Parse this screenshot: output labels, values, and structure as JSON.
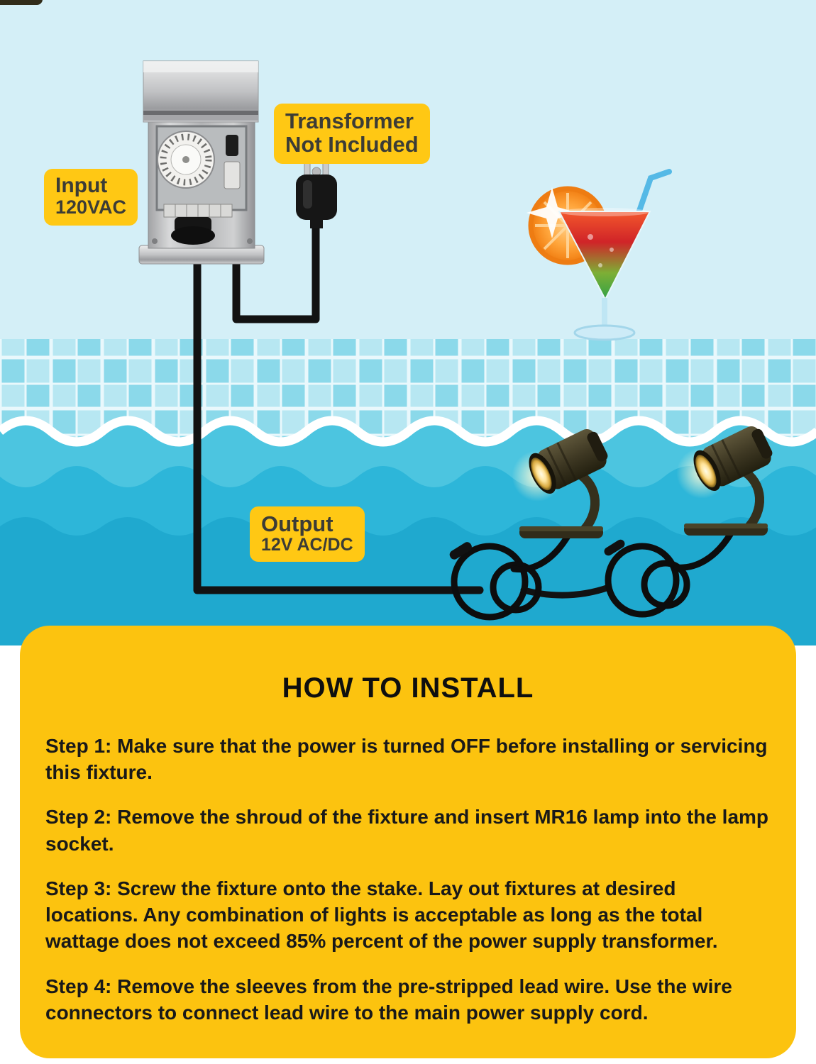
{
  "diagram": {
    "labels": {
      "input": {
        "line1": "Input",
        "line2": "120VAC"
      },
      "transformer": {
        "line1": "Transformer",
        "line2": "Not Included"
      },
      "output": {
        "line1": "Output",
        "line2": "12V AC/DC"
      }
    },
    "illustrations": {
      "transformer": "timer-transformer-box",
      "plug": "three-prong-power-plug",
      "cocktail": "cocktail-glass-with-orange-slice",
      "lights": "two-underwater-spotlights-with-cables"
    },
    "colors": {
      "badge_yellow": "#ffc814",
      "panel_yellow": "#fcc30f",
      "sky_blue": "#d4eff7",
      "water_light": "#4cc5e0",
      "water_mid": "#2db6d9",
      "water_deep": "#1fa9cf",
      "text_dark": "#191919"
    }
  },
  "instructions": {
    "title": "HOW TO INSTALL",
    "steps": [
      "Step 1: Make sure that the power is turned OFF before installing or servicing this fixture.",
      "Step 2: Remove the shroud of the fixture and insert MR16 lamp into the lamp socket.",
      "Step 3: Screw the fixture onto the stake. Lay out fixtures at desired locations. Any combination of lights is acceptable as long as the total wattage does not exceed 85% percent of the power supply transformer.",
      "Step 4: Remove the sleeves from the pre-stripped lead wire. Use the wire connectors to connect lead wire to the main power supply cord."
    ]
  }
}
